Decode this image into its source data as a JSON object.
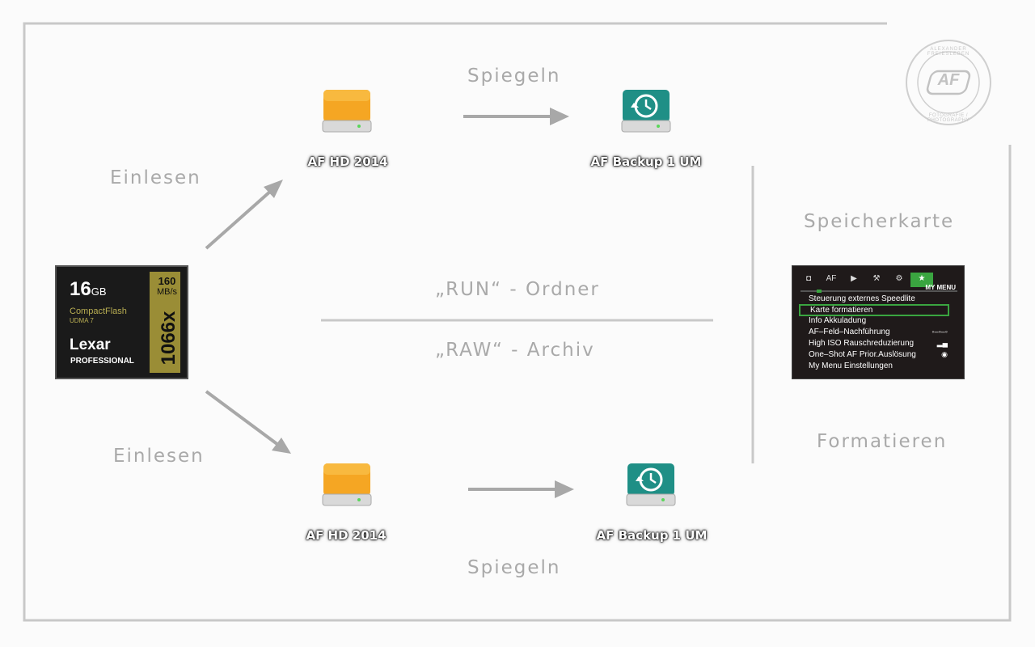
{
  "labels": {
    "einlesen_top": "Einlesen",
    "einlesen_bottom": "Einlesen",
    "spiegeln_top": "Spiegeln",
    "spiegeln_bottom": "Spiegeln",
    "run_ordner": "„RUN“  -  Ordner",
    "raw_archiv": "„RAW“  -  Archiv",
    "speicherkarte": "Speicherkarte",
    "formatieren": "Formatieren"
  },
  "drives": {
    "hd_top": "AF HD 2014",
    "backup_top": "AF Backup 1 UM",
    "hd_bottom": "AF HD 2014",
    "backup_bottom": "AF Backup 1 UM"
  },
  "memory_card": {
    "capacity": "16",
    "unit": "GB",
    "speed_value": "160",
    "speed_unit": "MB/s",
    "type": "CompactFlash",
    "udma": "UDMA 7",
    "brand": "Lexar",
    "line": "PROFESSIONAL",
    "rating": "1066x"
  },
  "camera_menu": {
    "tabs": [
      "◘",
      "AF",
      "▶",
      "⚒",
      "⚙",
      "★"
    ],
    "header": "MY MENU",
    "items": [
      "Steuerung externes Speedlite",
      "Karte formatieren",
      "Info Akkuladung",
      "AF–Feld–Nachführung",
      "High ISO Rauschreduzierung",
      "One–Shot AF Prior.Auslösung",
      "My Menu Einstellungen"
    ],
    "selected_index": 1
  },
  "logo": {
    "text_top": "ALEXANDER FREIESLEBEN",
    "text_bottom": "FOTOGRAFIE / PHOTOGRAPHY",
    "monogram": "AF"
  },
  "colors": {
    "line": "#c8c8c8",
    "arrow": "#a8a8a8",
    "label": "#a9a9a9",
    "drive_orange": "#f5a623",
    "drive_teal": "#1f8f86",
    "menu_green": "#3aa540"
  }
}
